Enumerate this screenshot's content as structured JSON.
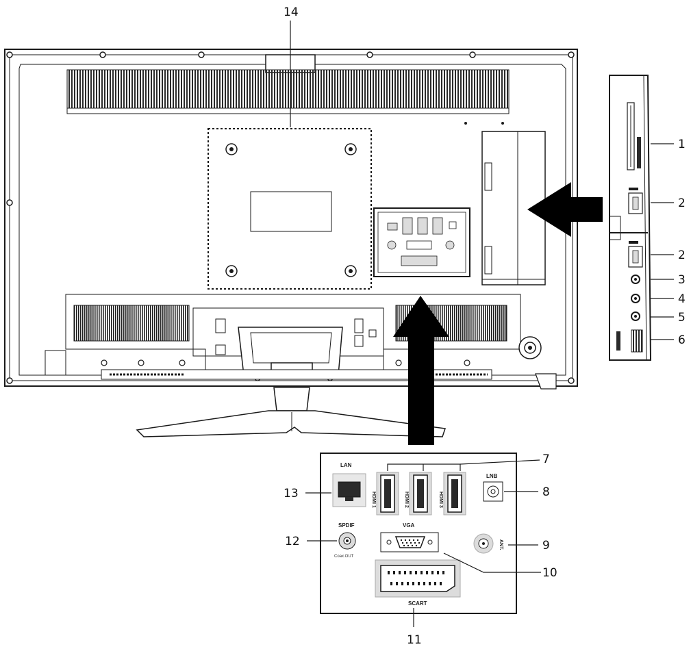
{
  "callouts": {
    "c1": "1",
    "c2a": "2",
    "c2b": "2",
    "c3": "3",
    "c4": "4",
    "c5": "5",
    "c6": "6",
    "c7": "7",
    "c8": "8",
    "c9": "9",
    "c10": "10",
    "c11": "11",
    "c12": "12",
    "c13": "13",
    "c14": "14"
  },
  "panel": {
    "lan": "LAN",
    "hdmi1": "HDMI 1",
    "hdmi2": "HDMI 2",
    "hdmi3": "HDMI 3",
    "lnb": "LNB",
    "spdif": "SPDIF",
    "coax_out": "Coax.OUT",
    "vga": "VGA",
    "ant": "ANT.",
    "scart": "SCART"
  },
  "colors": {
    "line": "#1a1a1a",
    "arrow": "#000000",
    "grille": "#2a2a2a",
    "port_fill": "#dcdcdc"
  }
}
